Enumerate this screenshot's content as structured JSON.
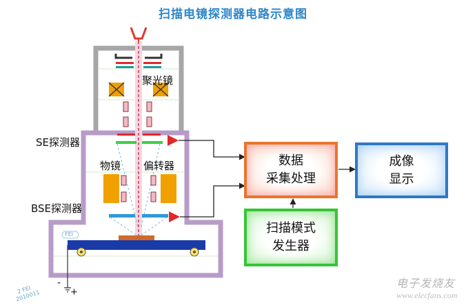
{
  "title": "扫描电镜探测器电路示意图",
  "labels": {
    "condenser": "聚光镜",
    "se_detector": "SE探测器",
    "objective": "物镜",
    "deflector": "偏转器",
    "bse_detector": "BSE探测器",
    "fei_tag": "FEI"
  },
  "boxes": {
    "data_acquisition": [
      "数据",
      "采集处理"
    ],
    "imaging": [
      "成像",
      "显示"
    ],
    "scan_generator": [
      "扫描模式",
      "发生器"
    ]
  },
  "ground_signs": {
    "minus": "-",
    "plus": "+"
  },
  "corner_text": [
    "2 FEI",
    "2010011"
  ],
  "watermark": {
    "brand": "电子发烧友",
    "url": "www.elecfans.com"
  },
  "colors": {
    "title": "#2e86c9",
    "column_frame": "#a0a0a0",
    "chamber_frame": "#b79cc8",
    "orange_box": "#e9752d",
    "blue_box": "#2f78c4",
    "green_box": "#36c436",
    "coil": "#f0a000",
    "detector_red": "#e0282b",
    "stage_blue": "#1a3aa8"
  }
}
